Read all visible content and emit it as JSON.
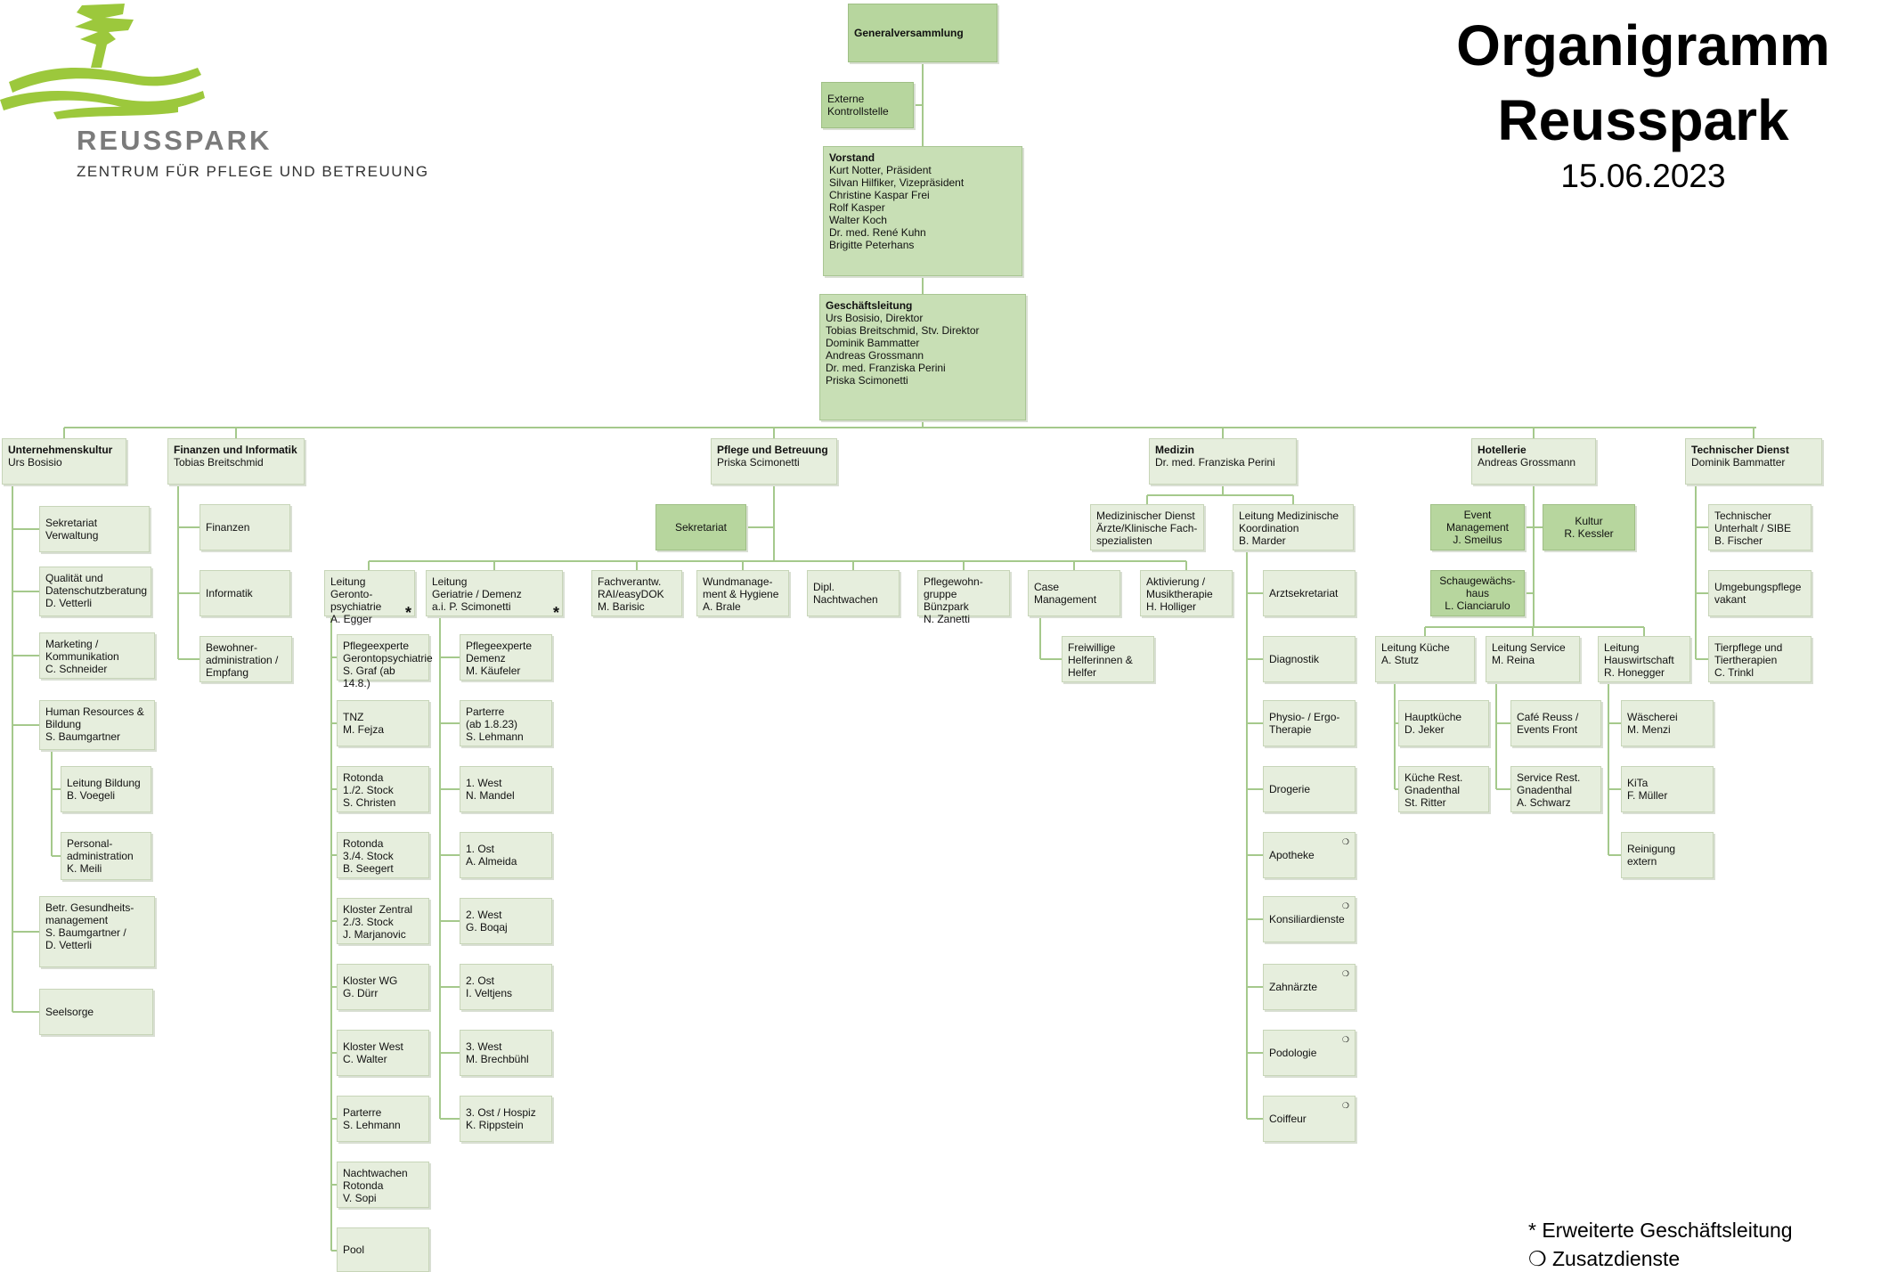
{
  "logo": {
    "name": "REUSSPARK",
    "tagline": "ZENTRUM FÜR PFLEGE UND BETREUUNG",
    "colors": {
      "green": "#9cc83c",
      "gray": "#7b7b7b"
    }
  },
  "header": {
    "line1": "Organigramm",
    "line2": "Reusspark",
    "date": "15.06.2023"
  },
  "legend": {
    "star_note": "* Erweiterte Geschäftsleitung",
    "ring_note": "❍ Zusatzdienste"
  },
  "colors": {
    "box_light": "#e6eedd",
    "box_dark": "#b7d69e",
    "line": "#a5c98c"
  },
  "nodes": {
    "generalversammlung": {
      "title": "Generalversammlung",
      "body": ""
    },
    "externe": {
      "title": "",
      "body": "Externe\nKontrollstelle"
    },
    "vorstand": {
      "title": "Vorstand",
      "body": "Kurt Notter, Präsident\nSilvan Hilfiker, Vizepräsident\nChristine Kaspar Frei\nRolf Kasper\nWalter Koch\nDr. med. René Kuhn\nBrigitte Peterhans"
    },
    "geschaeftsleitung": {
      "title": "Geschäftsleitung",
      "body": "Urs Bosisio, Direktor\nTobias Breitschmid, Stv. Direktor\nDominik Bammatter\nAndreas Grossmann\nDr. med. Franziska Perini\nPriska Scimonetti"
    },
    "unternehmenskultur": {
      "title": "Unternehmenskultur",
      "body": "Urs Bosisio"
    },
    "finanzen_informatik": {
      "title": "Finanzen und Informatik",
      "body": "Tobias Breitschmid"
    },
    "pflege_betreuung": {
      "title": "Pflege und Betreuung",
      "body": "Priska Scimonetti"
    },
    "medizin": {
      "title": "Medizin",
      "body": "Dr. med. Franziska Perini"
    },
    "hotellerie": {
      "title": "Hotellerie",
      "body": "Andreas Grossmann"
    },
    "technischer_dienst": {
      "title": "Technischer Dienst",
      "body": "Dominik Bammatter"
    },
    "uk_sekretariat": {
      "body": "Sekretariat\nVerwaltung"
    },
    "uk_qualitaet": {
      "body": "Qualität und\nDatenschutzberatung\nD. Vetterli"
    },
    "uk_marketing": {
      "body": "Marketing /\nKommunikation\nC. Schneider"
    },
    "uk_hr": {
      "body": "Human Resources &\nBildung\nS. Baumgartner"
    },
    "uk_bildung": {
      "body": "Leitung Bildung\nB. Voegeli"
    },
    "uk_personal": {
      "body": "Personal-\nadministration\nK. Meili"
    },
    "uk_bgm": {
      "body": "Betr. Gesundheits-\nmanagement\nS. Baumgartner /\nD. Vetterli"
    },
    "uk_seelsorge": {
      "body": "Seelsorge"
    },
    "fi_finanzen": {
      "body": "Finanzen"
    },
    "fi_informatik": {
      "body": "Informatik"
    },
    "fi_bewohner": {
      "body": "Bewohner-\nadministration /\nEmpfang"
    },
    "pb_sekretariat": {
      "body": "Sekretariat"
    },
    "pb_geronto": {
      "body": "Leitung Geronto-\npsychiatrie\nA. Egger",
      "mark": "*"
    },
    "pb_geriatrie": {
      "body": "Leitung\nGeriatrie / Demenz\na.i. P. Scimonetti",
      "mark": "*"
    },
    "pb_fachverantw": {
      "body": "Fachverantw.\nRAI/easyDOK\nM. Barisic"
    },
    "pb_wund": {
      "body": "Wundmanage-\nment & Hygiene\nA. Brale"
    },
    "pb_nachtwachen": {
      "body": "Dipl.\nNachtwachen"
    },
    "pb_pflegewohngruppe": {
      "body": "Pflegewohn-\ngruppe Bünzpark\nN. Zanetti"
    },
    "pb_case": {
      "body": "Case\nManagement"
    },
    "pb_aktivierung": {
      "body": "Aktivierung /\nMusiktherapie\nH. Holliger"
    },
    "pb_freiwillige": {
      "body": "Freiwillige\nHelferinnen &\nHelfer"
    },
    "g1": {
      "body": "Pflegeexperte\nGerontopsychiatrie\nS. Graf (ab 14.8.)"
    },
    "g2": {
      "body": "TNZ\nM. Fejza"
    },
    "g3": {
      "body": "Rotonda\n1./2. Stock\nS. Christen"
    },
    "g4": {
      "body": "Rotonda\n3./4. Stock\nB. Seegert"
    },
    "g5": {
      "body": "Kloster Zentral\n2./3. Stock\nJ. Marjanovic"
    },
    "g6": {
      "body": "Kloster WG\nG. Dürr"
    },
    "g7": {
      "body": "Kloster West\nC. Walter"
    },
    "g8": {
      "body": "Parterre\nS. Lehmann"
    },
    "g9": {
      "body": "Nachtwachen\nRotonda\nV. Sopi"
    },
    "g10": {
      "body": "Pool"
    },
    "d1": {
      "body": "Pflegeexperte\nDemenz\nM. Käufeler"
    },
    "d2": {
      "body": "Parterre\n(ab 1.8.23)\nS. Lehmann"
    },
    "d3": {
      "body": "1. West\nN. Mandel"
    },
    "d4": {
      "body": "1. Ost\nA. Almeida"
    },
    "d5": {
      "body": "2. West\nG. Boqaj"
    },
    "d6": {
      "body": "2. Ost\nI. Veltjens"
    },
    "d7": {
      "body": "3. West\nM. Brechbühl"
    },
    "d8": {
      "body": "3. Ost / Hospiz\nK. Rippstein"
    },
    "me_dienst": {
      "body": "Medizinischer Dienst\nÄrzte/Klinische Fach-\nspezialisten"
    },
    "me_koordination": {
      "body": "Leitung Medizinische\nKoordination\nB. Marder"
    },
    "me1": {
      "body": "Arztsekretariat"
    },
    "me2": {
      "body": "Diagnostik"
    },
    "me3": {
      "body": "Physio- / Ergo-\nTherapie"
    },
    "me4": {
      "body": "Drogerie"
    },
    "me5": {
      "body": "Apotheke",
      "mark": "❍"
    },
    "me6": {
      "body": "Konsiliardienste",
      "mark": "❍"
    },
    "me7": {
      "body": "Zahnärzte",
      "mark": "❍"
    },
    "me8": {
      "body": "Podologie",
      "mark": "❍"
    },
    "me9": {
      "body": "Coiffeur",
      "mark": "❍"
    },
    "ho_event": {
      "body": "Event\nManagement\nJ. Smeilus"
    },
    "ho_kultur": {
      "body": "Kultur\nR. Kessler"
    },
    "ho_schau": {
      "body": "Schaugewächs-\nhaus\nL. Cianciarulo"
    },
    "ho_kueche": {
      "body": "Leitung Küche\nA. Stutz"
    },
    "ho_service": {
      "body": "Leitung Service\nM. Reina"
    },
    "ho_hauswirtschaft": {
      "body": "Leitung\nHauswirtschaft\nR. Honegger"
    },
    "ho_hauptkueche": {
      "body": "Hauptküche\nD. Jeker"
    },
    "ho_kuecherest": {
      "body": "Küche Rest.\nGnadenthal\nSt. Ritter"
    },
    "ho_cafe": {
      "body": "Café Reuss /\nEvents Front"
    },
    "ho_servicerest": {
      "body": "Service Rest.\nGnadenthal\nA. Schwarz"
    },
    "ho_waescherei": {
      "body": "Wäscherei\nM. Menzi"
    },
    "ho_kita": {
      "body": "KiTa\nF. Müller"
    },
    "ho_reinigung": {
      "body": "Reinigung\nextern"
    },
    "td1": {
      "body": "Technischer\nUnterhalt / SIBE\nB. Fischer"
    },
    "td2": {
      "body": "Umgebungspflege\nvakant"
    },
    "td3": {
      "body": "Tierpflege und\nTiertherapien\nC. Trinkl"
    }
  }
}
